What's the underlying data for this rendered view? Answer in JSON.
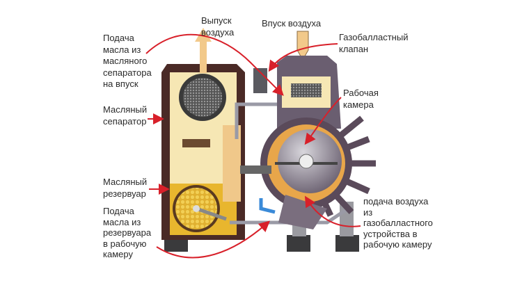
{
  "labels": {
    "air_exhaust": "Выпуск\nвоздуха",
    "air_intake": "Впуск воздуха",
    "gas_ballast_valve": "Газобалластный\nклапан",
    "oil_feed_separator": "Подача\nмасла из\nмасляного\nсепаратора\nна впуск",
    "working_chamber": "Рабочая\nкамера",
    "oil_separator": "Масляный\nсепаратор",
    "oil_reservoir": "Масляный\nрезервуар",
    "oil_feed_reservoir": "Подача\nмасла из\nрезервуара\nв рабочую\nкамеру",
    "air_feed_gas_ballast": "подача воздуха\nиз\nгазобалластного\nустройства в\nрабочую камеру"
  },
  "colors": {
    "housing": "#4a2a26",
    "cream": "#f6e7b4",
    "oil": "#e8b62e",
    "metal": "#8a8290",
    "arrow": "#d8202a",
    "flow": "#f2c98a"
  }
}
